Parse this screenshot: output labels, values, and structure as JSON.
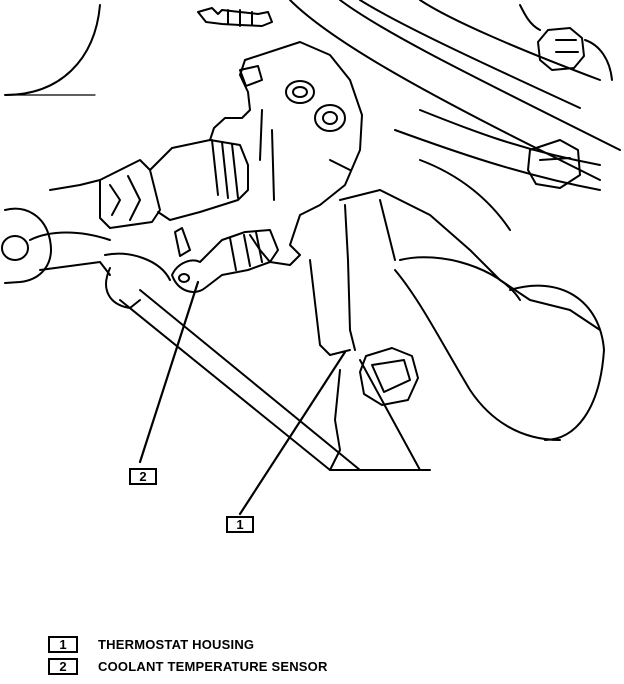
{
  "callouts": [
    {
      "number": "1"
    },
    {
      "number": "2"
    }
  ],
  "legend": [
    {
      "number": "1",
      "label": "THERMOSTAT HOUSING"
    },
    {
      "number": "2",
      "label": "COOLANT TEMPERATURE SENSOR"
    }
  ]
}
